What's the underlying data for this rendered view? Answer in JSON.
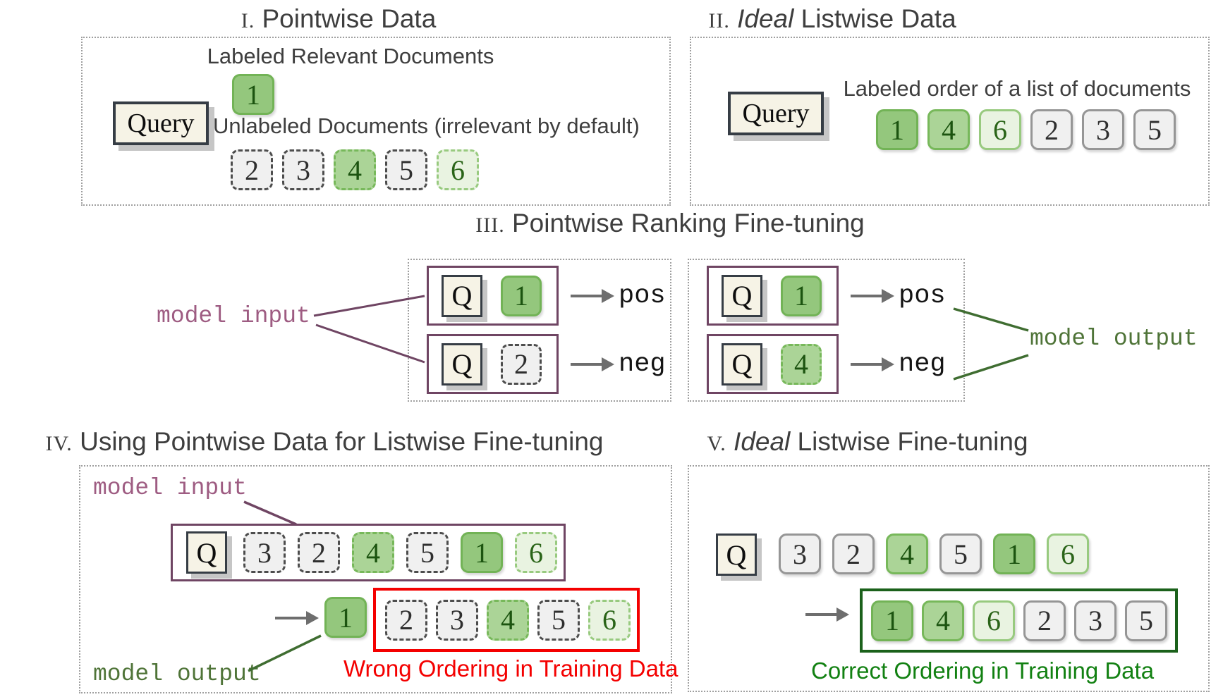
{
  "colors": {
    "accent_purple": "#6F4563",
    "purple_label": "#9E5C82",
    "green_label": "#4F7438",
    "dark_green_frame": "#1B611B",
    "success_green": "#128112",
    "error_red": "#F40000",
    "relevant_green": "#94C77D",
    "partial_green": "#ABD497",
    "faint_green": "#E9F3E1",
    "unlabeled_gray": "#F0F0F0",
    "query_cream": "#F6F3E6",
    "title_gray": "#3E3E3E"
  },
  "panels": {
    "pointwise_data": {
      "numeral": "I.",
      "title": "Pointwise Data",
      "query": "Query",
      "labeled_caption": "Labeled Relevant Documents",
      "labeled_docs": [
        "1"
      ],
      "unlabeled_caption": "Unlabeled Documents (irrelevant by default)",
      "unlabeled_docs": [
        "2",
        "3",
        "4",
        "5",
        "6"
      ]
    },
    "ideal_listwise_data": {
      "numeral": "II.",
      "title_emphasis": "Ideal",
      "title_rest": " Listwise Data",
      "query": "Query",
      "caption": "Labeled order of a list of documents",
      "docs": [
        "1",
        "4",
        "6",
        "2",
        "3",
        "5"
      ]
    },
    "pointwise_finetuning": {
      "numeral": "III.",
      "title": "Pointwise Ranking Fine-tuning",
      "input_label": "model input",
      "output_label": "model output",
      "left_pairs": [
        {
          "q": "Q",
          "doc": "1",
          "out": "pos"
        },
        {
          "q": "Q",
          "doc": "2",
          "out": "neg"
        }
      ],
      "right_pairs": [
        {
          "q": "Q",
          "doc": "1",
          "out": "pos"
        },
        {
          "q": "Q",
          "doc": "4",
          "out": "neg"
        }
      ]
    },
    "pointwise_for_listwise": {
      "numeral": "IV.",
      "title": "Using Pointwise Data for Listwise Fine-tuning",
      "input_label": "model input",
      "output_label": "model output",
      "q": "Q",
      "input_docs": [
        "3",
        "2",
        "4",
        "5",
        "1",
        "6"
      ],
      "output_lead_docs": [
        "1"
      ],
      "output_docs": [
        "2",
        "3",
        "4",
        "5",
        "6"
      ],
      "caption": "Wrong Ordering in Training Data"
    },
    "ideal_listwise_finetuning": {
      "numeral": "V.",
      "title_emphasis": "Ideal",
      "title_rest": " Listwise Fine-tuning",
      "q": "Q",
      "input_docs": [
        "3",
        "2",
        "4",
        "5",
        "1",
        "6"
      ],
      "output_docs": [
        "1",
        "4",
        "6",
        "2",
        "3",
        "5"
      ],
      "caption": "Correct Ordering in Training Data"
    }
  }
}
